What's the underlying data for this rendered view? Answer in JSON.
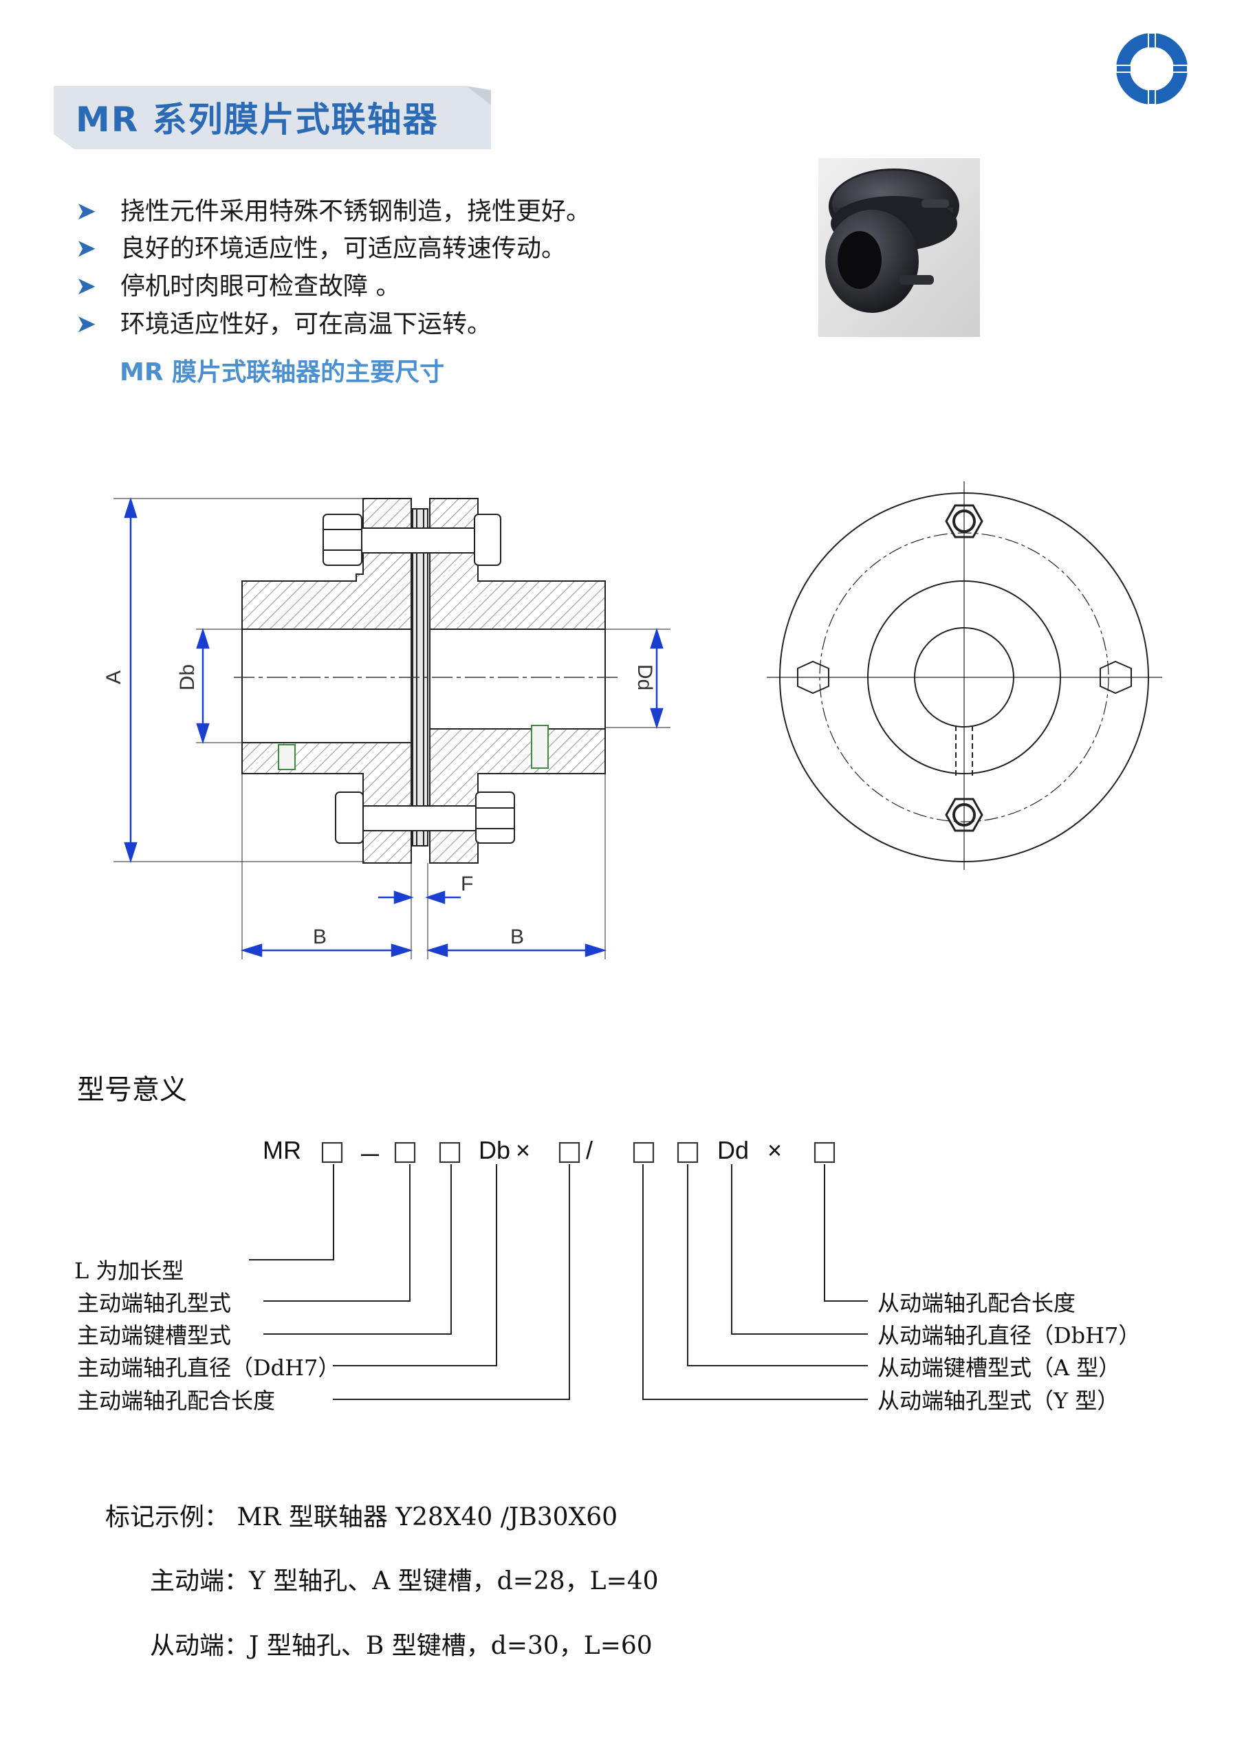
{
  "header": {
    "title": "MR 系列膜片式联轴器"
  },
  "features": [
    "挠性元件采用特殊不锈钢制造，挠性更好。",
    "良好的环境适应性，可适应高转速传动。",
    "停机时肉眼可检查故障 。",
    "环境适应性好，可在高温下运转。"
  ],
  "dimensions_title": "MR 膜片式联轴器的主要尺寸",
  "drawing_labels": {
    "A": "A",
    "Db": "Db",
    "Dd": "Dd",
    "F": "F",
    "B1": "B",
    "B2": "B"
  },
  "model_section": {
    "title": "型号意义",
    "code": {
      "prefix": "MR",
      "dash": "－",
      "db": "Db",
      "times1": "×",
      "slash": "/",
      "dd": "Dd",
      "times2": "×"
    },
    "left_labels": [
      "L 为加长型",
      "主动端轴孔型式",
      "主动端键槽型式",
      "主动端轴孔直径（DdH7）",
      "主动端轴孔配合长度"
    ],
    "right_labels": [
      "从动端轴孔配合长度",
      "从动端轴孔直径（DbH7）",
      "从动端键槽型式（A 型）",
      "从动端轴孔型式（Y 型）"
    ]
  },
  "example": {
    "line1": "标记示例： MR 型联轴器 Y28X40 /JB30X60",
    "line2": "主动端：Y 型轴孔、A 型键槽，d=28，L=40",
    "line3": "从动端：J 型轴孔、B 型键槽，d=30，L=60"
  },
  "colors": {
    "accent": "#2b6ab5",
    "subtitle": "#4a8fcf",
    "title_bg": "#dfe4ea",
    "logo": "#1d64b8",
    "dim_line": "#1a3fd0"
  }
}
